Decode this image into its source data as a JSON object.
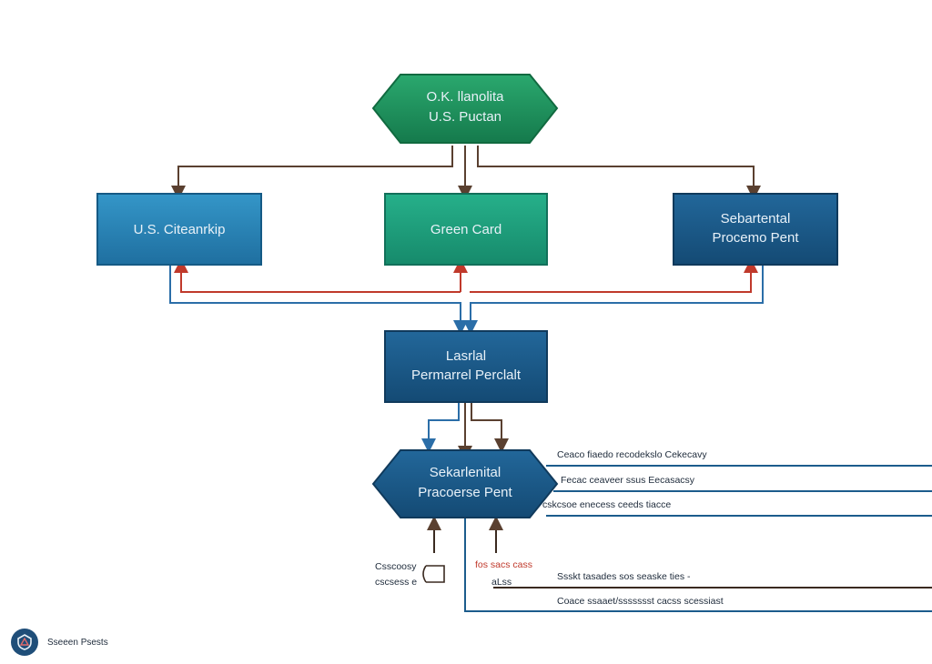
{
  "colors": {
    "green_dark": "#1f8a5b",
    "teal": "#1f9a7b",
    "blue_light": "#2a86b8",
    "blue_dark": "#1c5c8c",
    "arrow_brown": "#5a4030",
    "arrow_red": "#c0392b",
    "arrow_blue": "#2b6ea8"
  },
  "nodes": {
    "top": {
      "line1": "O.K. llanolita",
      "line2": "U.S. Puctan"
    },
    "left": {
      "label": "U.S. Citeanrkip"
    },
    "center": {
      "label": "Green Card"
    },
    "right": {
      "line1": "Sebartental",
      "line2": "Procemo Pent"
    },
    "middle": {
      "line1": "Lasrlal",
      "line2": "Permarrel Perclalt"
    },
    "bottom": {
      "line1": "Sekarlenital",
      "line2": "Pracoerse Pent"
    }
  },
  "notes": {
    "right_1": "Ceaco fiaedo recodekslo Cekecavy",
    "right_2": "Fecac ceaveer ssus Eecasacsy",
    "right_3": "cskcsoe enecess ceeds tiacce",
    "left_small_1": "Csscoosy",
    "left_small_2": "cscsess e",
    "red_small_1": "fos sacs cass",
    "red_small_2": "aLss",
    "bottom_1": "Ssskt tasades sos seaske ties -",
    "bottom_2": "Coace ssaaet/ssssssst cacss scessiast"
  },
  "footer": {
    "label": "Sseeen Psests",
    "logo_icon": "shield-icon"
  }
}
